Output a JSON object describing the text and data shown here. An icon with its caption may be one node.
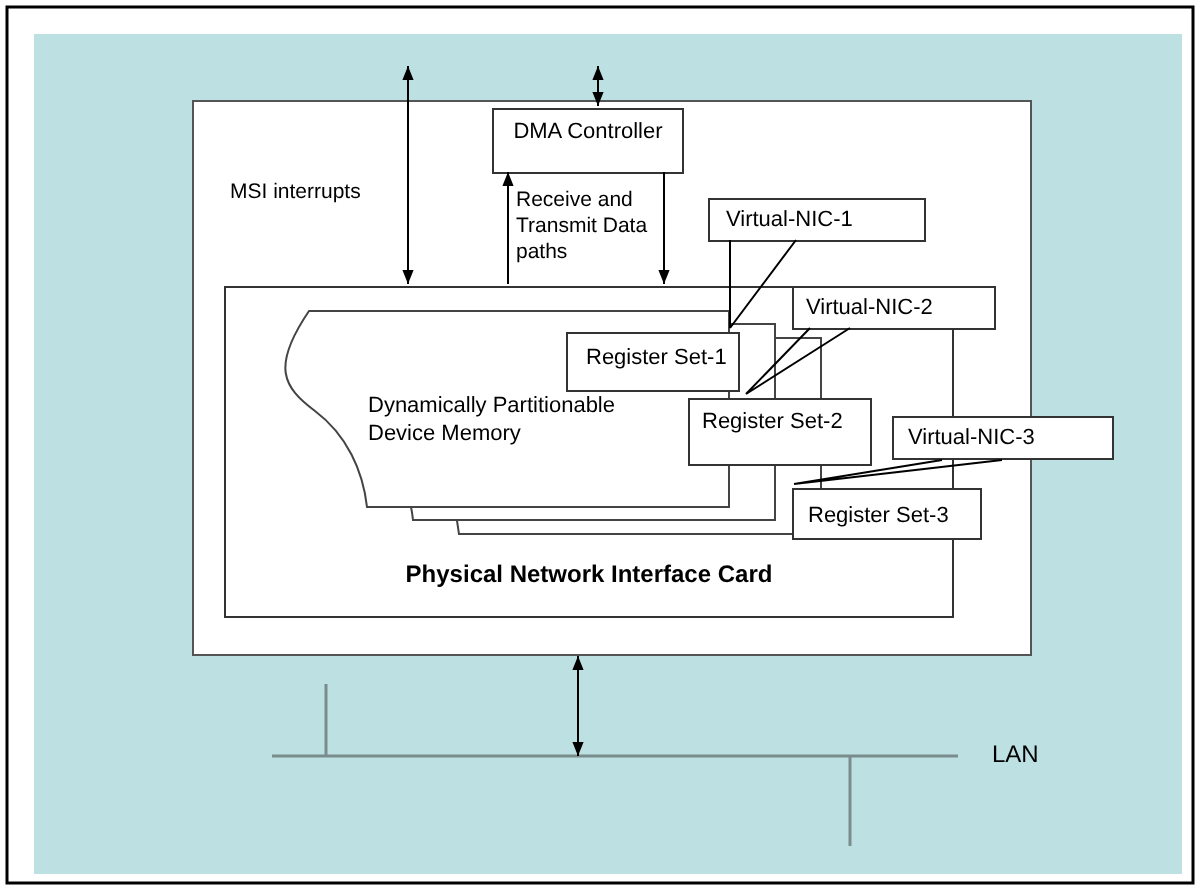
{
  "diagram": {
    "nodes": [
      {
        "text": [],
        "shape": "box"
      },
      {
        "text": [
          "DMA Controller"
        ],
        "in": 0
      },
      {
        "text": [
          "Physical Network Interface Card"
        ],
        "in": 0
      },
      {
        "text": [
          "Dynamically Partitionable Device Memory"
        ],
        "in": 2
      },
      {
        "text": [
          "Register Set-1"
        ],
        "in": 2
      },
      {
        "text": [
          "Register Set-2"
        ],
        "in": 2
      },
      {
        "text": [
          "Register Set-3"
        ],
        "in": 2
      },
      {
        "text": [
          "Virtual-NIC-1"
        ],
        "in": 0
      },
      {
        "text": [
          "Virtual-NIC-2"
        ],
        "in": 0
      },
      {
        "text": [
          "Virtual-NIC-3"
        ]
      },
      {
        "text": [
          "LAN"
        ]
      }
    ],
    "edges": [
      {
        "from": null,
        "to": 2,
        "arrow": "both"
      },
      {
        "from": null,
        "to": 1,
        "arrow": "both"
      },
      {
        "from": 2,
        "to": 1,
        "arrow": "to"
      },
      {
        "from": 1,
        "to": 2,
        "arrow": "to"
      },
      {
        "from": 0,
        "to": 10,
        "arrow": "both"
      },
      {
        "from": 7,
        "to": 4,
        "arrow": "none"
      },
      {
        "from": 8,
        "to": 5,
        "arrow": "none"
      },
      {
        "from": 9,
        "to": 6,
        "arrow": "none"
      }
    ],
    "labels": [
      "MSI interrupts",
      "Receive and Transmit Data paths"
    ]
  }
}
